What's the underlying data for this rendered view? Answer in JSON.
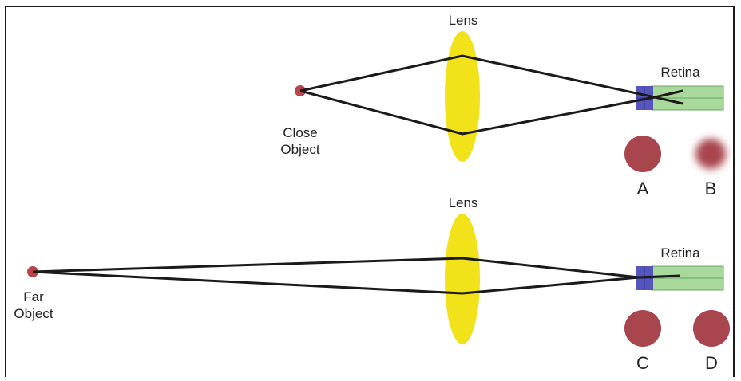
{
  "colors": {
    "frame": "#1a1a1a",
    "lens": "#f2e21a",
    "ray": "#1a1a1a",
    "object": "#b8444c",
    "retina_fill": "#a8d89a",
    "retina_stroke": "#6aa86a",
    "photoreceptor": "#5555bb",
    "blob": "#a8454d"
  },
  "top": {
    "lens_label": "Lens",
    "retina_label": "Retina",
    "object_label_line1": "Close",
    "object_label_line2": "Object",
    "letter_a": "A",
    "letter_b": "B"
  },
  "bottom": {
    "lens_label": "Lens",
    "retina_label": "Retina",
    "object_label_line1": "Far",
    "object_label_line2": "Object",
    "letter_c": "C",
    "letter_d": "D"
  }
}
